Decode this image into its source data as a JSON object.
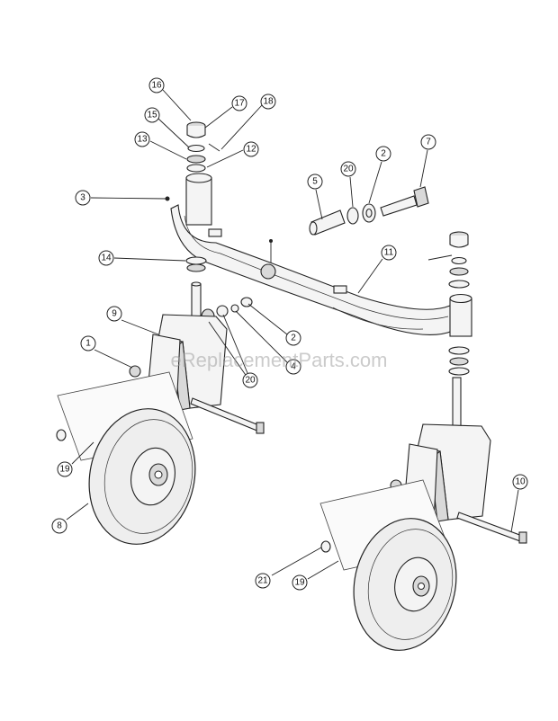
{
  "watermark": "eReplacementParts.com",
  "callouts": [
    {
      "label": "16"
    },
    {
      "label": "17"
    },
    {
      "label": "18"
    },
    {
      "label": "15"
    },
    {
      "label": "13"
    },
    {
      "label": "12"
    },
    {
      "label": "3"
    },
    {
      "label": "5"
    },
    {
      "label": "20"
    },
    {
      "label": "2"
    },
    {
      "label": "7"
    },
    {
      "label": "14"
    },
    {
      "label": "11"
    },
    {
      "label": "9"
    },
    {
      "label": "1"
    },
    {
      "label": "2"
    },
    {
      "label": "4"
    },
    {
      "label": "20"
    },
    {
      "label": "19"
    },
    {
      "label": "8"
    },
    {
      "label": "10"
    },
    {
      "label": "21"
    },
    {
      "label": "19"
    }
  ]
}
